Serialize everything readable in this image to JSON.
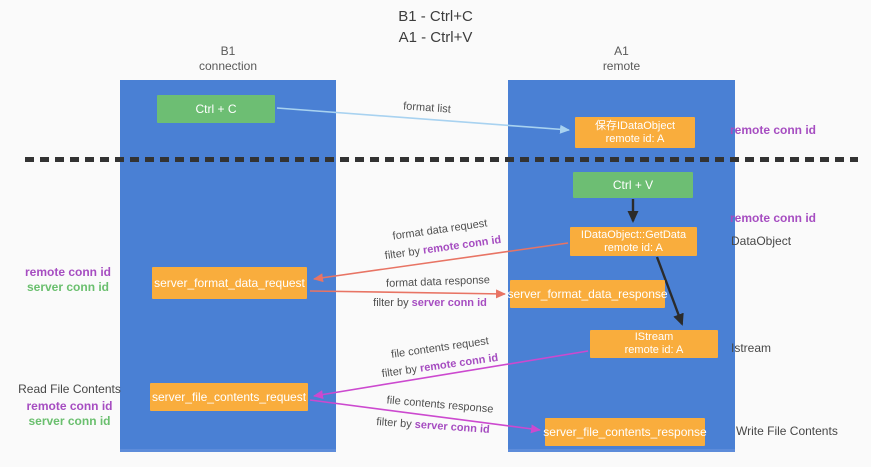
{
  "title": {
    "line1": "B1 - Ctrl+C",
    "line2": "A1 - Ctrl+V"
  },
  "lanes": {
    "left": {
      "name": "B1",
      "role": "connection"
    },
    "right": {
      "name": "A1",
      "role": "remote"
    }
  },
  "nodes": {
    "ctrl_c": "Ctrl + C",
    "store_idataobject": {
      "line1": "保存IDataObject",
      "line2": "remote id: A"
    },
    "ctrl_v": "Ctrl + V",
    "getdata": {
      "line1": "IDataObject::GetData",
      "line2": "remote id: A"
    },
    "server_format_data_request": "server_format_data_request",
    "server_format_data_response": "server_format_data_response",
    "istream": {
      "line1": "IStream",
      "line2": "remote id: A"
    },
    "server_file_contents_request": "server_file_contents_request",
    "server_file_contents_response": "server_file_contents_response"
  },
  "annotations": {
    "remote_conn_id": "remote conn id",
    "server_conn_id": "server conn id",
    "dataobject": "DataObject",
    "istream": "Istream",
    "read_file_contents": "Read File Contents",
    "write_file_contents": "Write File Contents"
  },
  "arrows": {
    "format_list": {
      "label": "format list"
    },
    "format_request": {
      "label": "format data request",
      "filter_prefix": "filter by ",
      "filter_id": "remote conn id"
    },
    "format_response": {
      "label": "format data response",
      "filter_prefix": "filter by ",
      "filter_id": "server conn id"
    },
    "file_request": {
      "label": "file contents request",
      "filter_prefix": "filter by ",
      "filter_id": "remote conn id"
    },
    "file_response": {
      "label": "file contents response",
      "filter_prefix": "filter by ",
      "filter_id": "server conn id"
    }
  },
  "colors": {
    "lane_blue": "#4a80d4",
    "node_orange": "#f9ad3d",
    "node_green": "#6dbe73",
    "id_purple": "#a64dc1",
    "id_green": "#6abf6e",
    "arrow_red": "#e87464",
    "arrow_magenta": "#cc49cf",
    "arrow_light_blue": "#a8d2f0",
    "arrow_black": "#2b2b2b",
    "separator_dash": "#333333"
  }
}
